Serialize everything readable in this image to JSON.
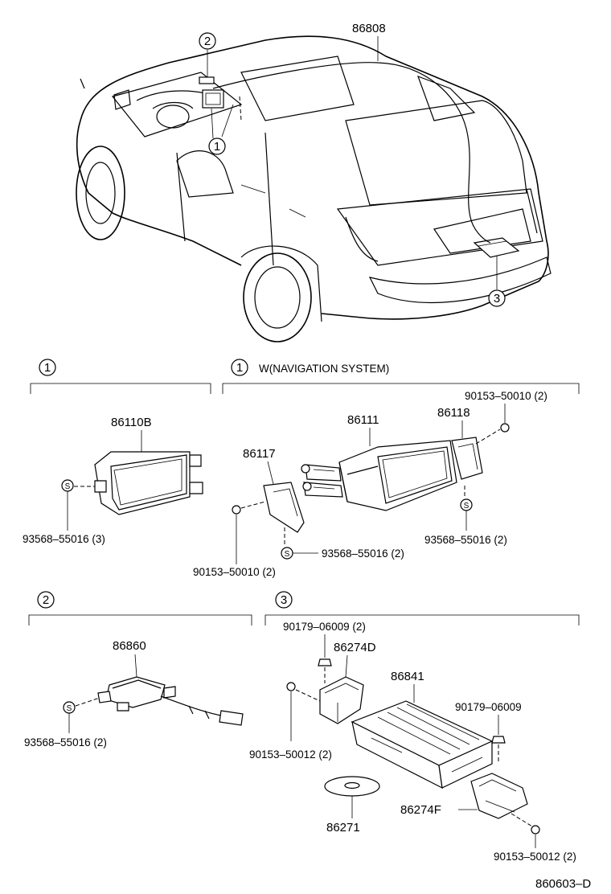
{
  "diagram": {
    "car_callouts": {
      "part_86808": "86808",
      "marker_1": "1",
      "marker_2": "2",
      "marker_3": "3"
    },
    "section1_left": {
      "marker": "1",
      "part_display": "86110B",
      "part_screw": "93568–55016 (3)",
      "screw_symbol": "S"
    },
    "section1_right": {
      "marker": "1",
      "title": "W(NAVIGATION SYSTEM)",
      "part_bolt_top": "90153–50010 (2)",
      "part_display": "86111",
      "part_bracket_r": "86118",
      "part_bracket_l": "86117",
      "part_screw_r": "93568–55016 (2)",
      "part_screw_b": "93568–55016 (2)",
      "part_bolt_bottom": "90153–50010 (2)",
      "screw_symbol": "S"
    },
    "section2": {
      "marker": "2",
      "part_antenna": "86860",
      "part_screw": "93568–55016 (2)",
      "screw_symbol": "S"
    },
    "section3": {
      "marker": "3",
      "part_nut_top": "90179–06009 (2)",
      "part_bracket_top": "86274D",
      "part_computer": "86841",
      "part_nut_right": "90179–06009",
      "part_bolt_left": "90153–50012 (2)",
      "part_bracket_bottom": "86274F",
      "part_disc": "86271",
      "part_bolt_bottom": "90153–50012 (2)"
    },
    "figure_id": "860603–D"
  }
}
